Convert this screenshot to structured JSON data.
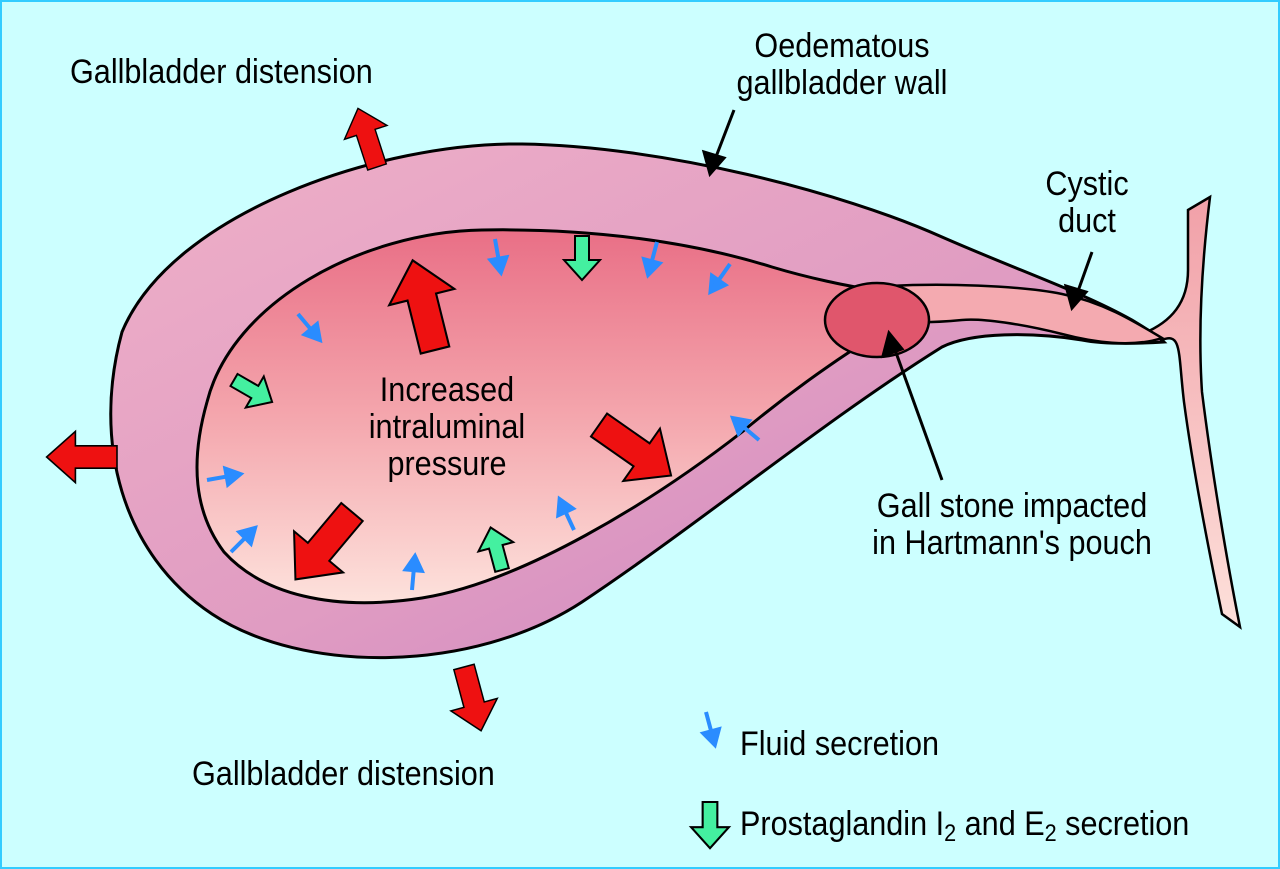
{
  "labels": {
    "distension_top": "Gallbladder distension",
    "distension_bottom": "Gallbladder distension",
    "wall_line1": "Oedematous",
    "wall_line2": "gallbladder wall",
    "cystic_line1": "Cystic",
    "cystic_line2": "duct",
    "pressure_line1": "Increased",
    "pressure_line2": "intraluminal",
    "pressure_line3": "pressure",
    "stone_line1": "Gall stone impacted",
    "stone_line2": "in Hartmann's pouch"
  },
  "legend": {
    "fluid": "Fluid secretion",
    "prostaglandin_prefix": "Prostaglandin I",
    "prostaglandin_sub1": "2",
    "prostaglandin_mid": " and E",
    "prostaglandin_sub2": "2",
    "prostaglandin_suffix": " secretion"
  },
  "colors": {
    "background": "#ccffff",
    "border": "#33ccff",
    "wall": "#e39bbd",
    "lumen_top": "#ea7f92",
    "lumen_bottom": "#fbd7d4",
    "stone": "#e2556c",
    "distension_arrow": "#ee1111",
    "fluid_arrow": "#2a8cff",
    "prostaglandin_arrow": "#44f0a0"
  }
}
